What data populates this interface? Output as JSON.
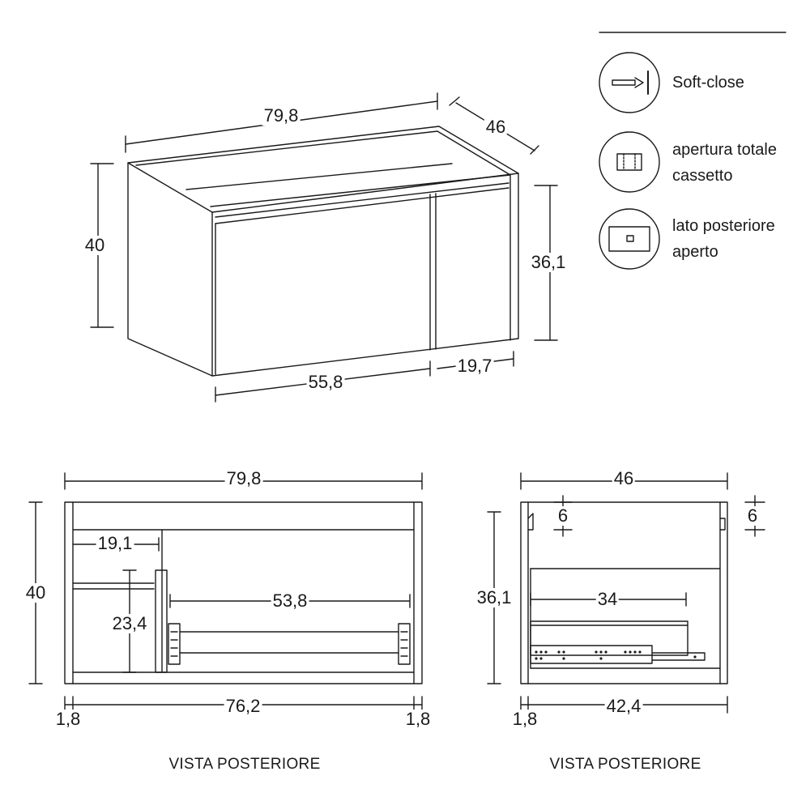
{
  "perspective": {
    "width": "79,8",
    "depth": "46",
    "height": "40",
    "front_height": "36,1",
    "drawer_width": "55,8",
    "door_width": "19,7"
  },
  "legend": {
    "items": [
      {
        "icon": "soft-close-icon",
        "label": "Soft-close"
      },
      {
        "icon": "full-extension-drawer-icon",
        "lines": [
          "apertura totale",
          "cassetto"
        ]
      },
      {
        "icon": "open-back-icon",
        "lines": [
          "lato posteriore",
          "aperto"
        ]
      }
    ]
  },
  "rear_view_left": {
    "width": "79,8",
    "height": "40",
    "shelf_width": "19,1",
    "shelf_height": "23,4",
    "drawer_inner_width": "53,8",
    "inner_width": "76,2",
    "panel_left": "1,8",
    "panel_right": "1,8",
    "caption": "VISTA POSTERIORE"
  },
  "side_view_right": {
    "depth": "46",
    "top_gap_left": "6",
    "top_gap_right": "6",
    "height": "36,1",
    "drawer_depth": "34",
    "inner_depth": "42,4",
    "panel": "1,8",
    "caption": "VISTA POSTERIORE"
  }
}
